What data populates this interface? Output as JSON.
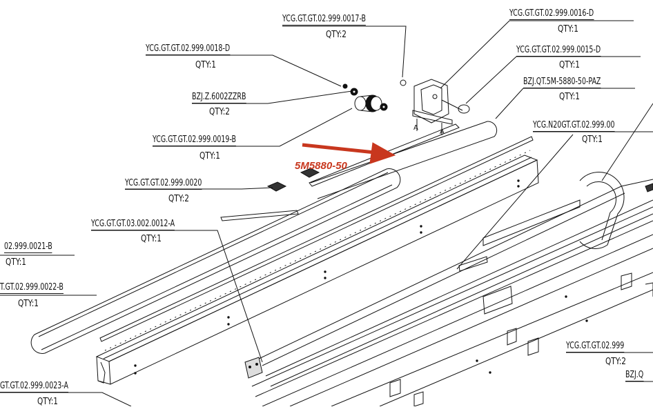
{
  "callouts": [
    {
      "id": "c0017",
      "part": "YCG.GT.GT.02.999.0017-B",
      "qty": "QTY:2"
    },
    {
      "id": "c0016",
      "part": "YCG.GT.GT.02.999.0016-D",
      "qty": "QTY:1"
    },
    {
      "id": "c0018",
      "part": "YCG.GT.GT.02.999.0018-D",
      "qty": "QTY:1"
    },
    {
      "id": "c0015",
      "part": "YCG.GT.GT.02.999.0015-D",
      "qty": "QTY:1"
    },
    {
      "id": "c6002",
      "part": "BZJ.Z.6002ZZRB",
      "qty": "QTY:2"
    },
    {
      "id": "c5m",
      "part": "BZJ.QT.5M-5880-50-PAZ",
      "qty": "QTY:1"
    },
    {
      "id": "c0019",
      "part": "YCG.GT.GT.02.999.0019-B",
      "qty": "QTY:1"
    },
    {
      "id": "cn20",
      "part": "YCG.N20GT.GT.02.999.00",
      "qty": "QTY:1"
    },
    {
      "id": "c0020",
      "part": "YCG.GT.GT.02.999.0020",
      "qty": "QTY:2"
    },
    {
      "id": "c0012",
      "part": "YCG.GT.GT.03.002.0012-A",
      "qty": "QTY:1"
    },
    {
      "id": "c0021",
      "part": "02.999.0021-B",
      "qty": "QTY:1"
    },
    {
      "id": "c0022",
      "part": "T.GT.02.999.0022-B",
      "qty": "QTY:1"
    },
    {
      "id": "c0023",
      "part": "GT.GT.02.999.0023-A",
      "qty": "QTY:1"
    },
    {
      "id": "cr1",
      "part": "YCG.GT.GT.02.999",
      "qty": "QTY:2"
    },
    {
      "id": "cr2",
      "part": "BZJ.Q",
      "qty": ""
    }
  ],
  "annotation": {
    "text": "5M5880-50",
    "color": "#c8371e"
  },
  "section_marks": [
    "A",
    "A"
  ]
}
